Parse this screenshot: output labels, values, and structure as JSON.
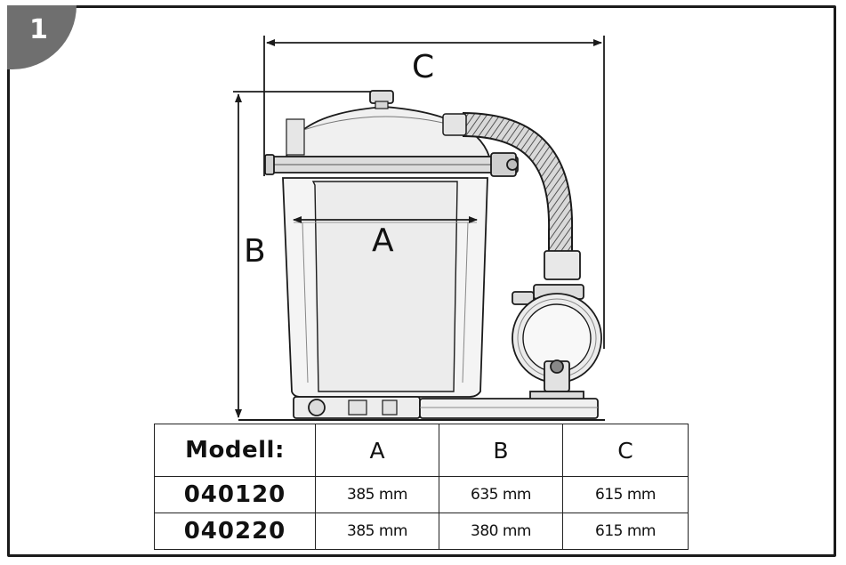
{
  "figure_number": "1",
  "dimension_labels": {
    "a": "A",
    "b": "B",
    "c": "C"
  },
  "spec_table": {
    "header": {
      "model": "Modell:",
      "a": "A",
      "b": "B",
      "c": "C"
    },
    "rows": [
      {
        "model": "040120",
        "a": "385 mm",
        "b": "635 mm",
        "c": "615 mm"
      },
      {
        "model": "040220",
        "a": "385 mm",
        "b": "380 mm",
        "c": "615 mm"
      }
    ]
  },
  "colors": {
    "badge": "#6f6f6f",
    "line": "#1b1b1b"
  }
}
